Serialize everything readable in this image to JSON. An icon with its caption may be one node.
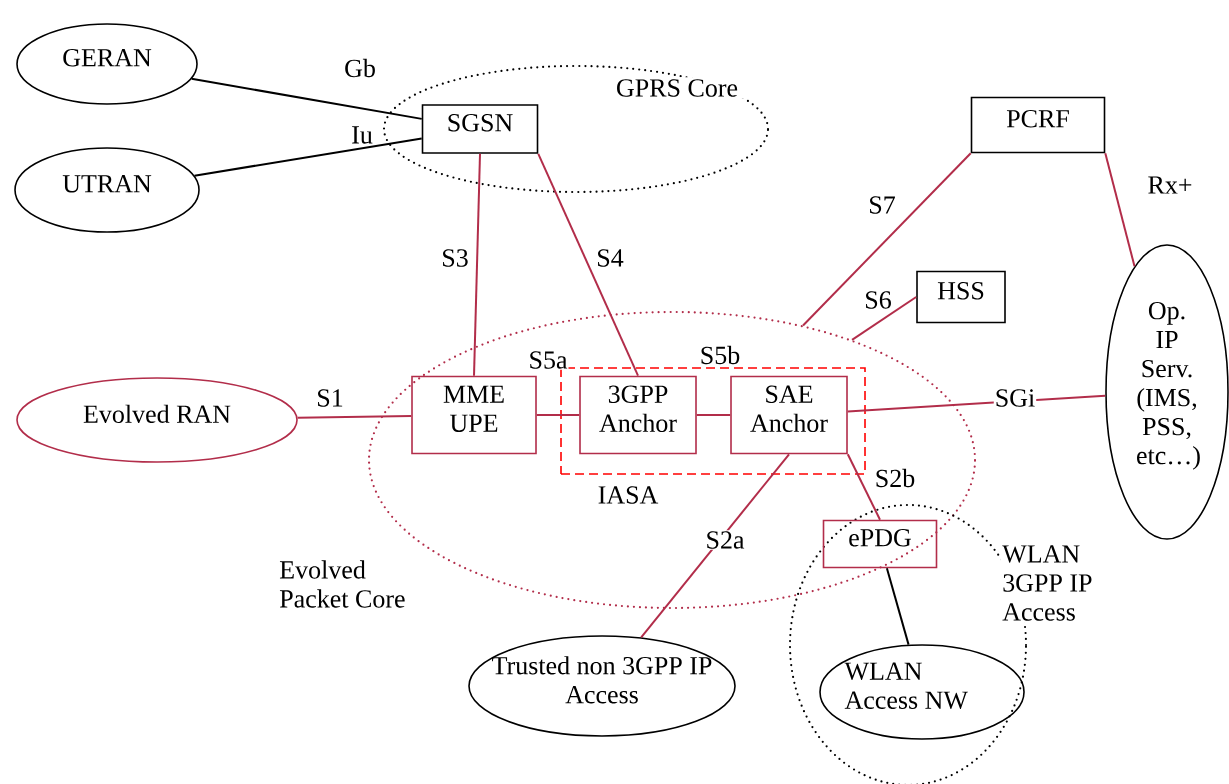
{
  "diagram": {
    "nodes": [
      {
        "text": [
          "GERAN"
        ]
      },
      {
        "text": [
          "UTRAN"
        ]
      },
      {
        "text": [
          "GPRS Core"
        ]
      },
      {
        "text": [
          "SGSN"
        ],
        "in": 2
      },
      {
        "text": [
          "PCRF"
        ]
      },
      {
        "text": [
          "HSS"
        ]
      },
      {
        "text": [
          "Op. IP Serv. (IMS, PSS, etc…)"
        ]
      },
      {
        "text": [
          "Evolved RAN"
        ]
      },
      {
        "text": [
          "Evolved Packet Core"
        ]
      },
      {
        "text": [
          "IASA"
        ],
        "in": 8
      },
      {
        "text": [
          "MME UPE"
        ],
        "in": 8
      },
      {
        "text": [
          "3GPP Anchor"
        ],
        "in": 9
      },
      {
        "text": [
          "SAE Anchor"
        ],
        "in": 9
      },
      {
        "text": [
          "WLAN 3GPP IP Access"
        ]
      },
      {
        "text": [
          "ePDG"
        ]
      },
      {
        "text": [
          "WLAN Access NW"
        ],
        "in": 13
      },
      {
        "text": [
          "Trusted non 3GPP IP Access"
        ]
      }
    ],
    "edges": [
      {
        "from": 0,
        "to": 3,
        "arrow": "none",
        "label": "Gb",
        "color": "#000000"
      },
      {
        "from": 1,
        "to": 3,
        "arrow": "none",
        "label": "Iu",
        "color": "#000000"
      },
      {
        "from": 3,
        "to": 10,
        "arrow": "none",
        "label": "S3"
      },
      {
        "from": 3,
        "to": 11,
        "arrow": "none",
        "label": "S4"
      },
      {
        "from": 4,
        "to": 8,
        "arrow": "none",
        "label": "S7"
      },
      {
        "from": 5,
        "to": 8,
        "arrow": "none",
        "label": "S6"
      },
      {
        "from": 4,
        "to": 6,
        "arrow": "none",
        "label": "Rx+"
      },
      {
        "from": 7,
        "to": 10,
        "arrow": "none",
        "label": "S1"
      },
      {
        "from": 10,
        "to": 11,
        "arrow": "none",
        "label": "S5a"
      },
      {
        "from": 11,
        "to": 12,
        "arrow": "none",
        "label": "S5b"
      },
      {
        "from": 12,
        "to": 6,
        "arrow": "none",
        "label": "SGi"
      },
      {
        "from": 12,
        "to": 16,
        "arrow": "none",
        "label": "S2a"
      },
      {
        "from": 12,
        "to": 14,
        "arrow": "none",
        "label": "S2b"
      },
      {
        "from": 14,
        "to": 15,
        "arrow": "none",
        "color": "#000000"
      }
    ]
  }
}
